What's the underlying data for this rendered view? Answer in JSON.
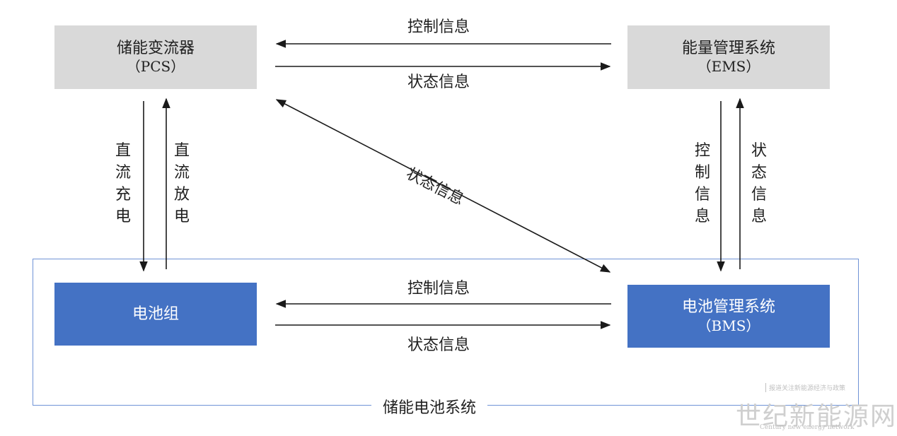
{
  "nodes": {
    "pcs": {
      "name": "储能变流器",
      "abbr": "（PCS）"
    },
    "ems": {
      "name": "能量管理系统",
      "abbr": "（EMS）"
    },
    "battery_pack": {
      "name": "电池组"
    },
    "bms": {
      "name": "电池管理系统",
      "abbr": "（BMS）"
    }
  },
  "edges": {
    "ems_to_pcs": "控制信息",
    "pcs_to_ems": "状态信息",
    "bms_to_pcs": "状态信息",
    "pcs_to_pack_dc": "直流充电",
    "pack_to_pcs_dc": "直流放电",
    "ems_to_bms": "控制信息",
    "bms_to_ems": "状态信息",
    "bms_to_pack": "控制信息",
    "pack_to_bms": "状态信息"
  },
  "system_label": "储能电池系统",
  "watermark": {
    "tag": "报道关注新能源经济与政策",
    "main": "世纪新能源网",
    "sub": "Century new energy network"
  },
  "colors": {
    "gray_box": "#d9d9d9",
    "blue_box": "#4472c4",
    "frame": "#6f93d6"
  }
}
